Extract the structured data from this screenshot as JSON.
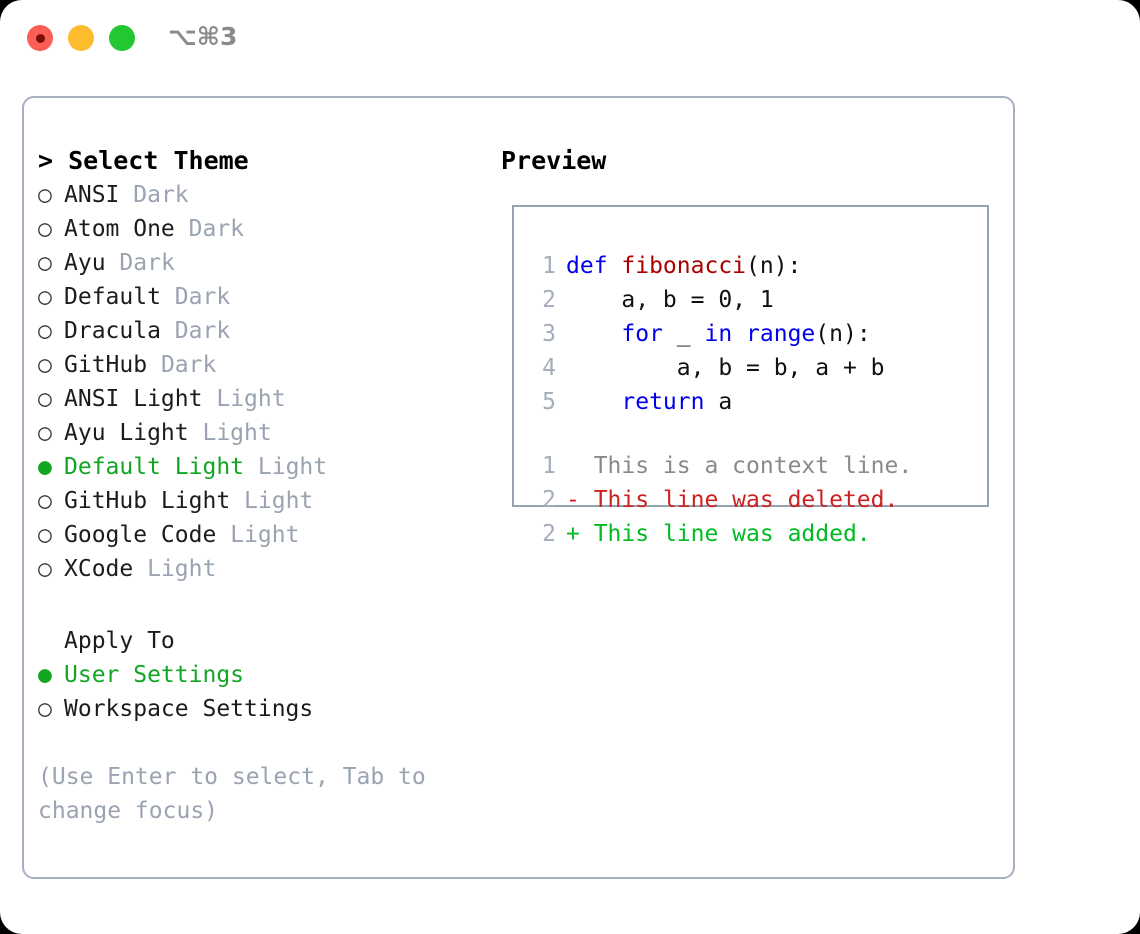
{
  "titlebar": {
    "shortcut": "⌥⌘3",
    "buttons": [
      {
        "name": "close",
        "color": "#fa5e55"
      },
      {
        "name": "minimize",
        "color": "#fdbc2e"
      },
      {
        "name": "maximize",
        "color": "#23c732"
      }
    ]
  },
  "colors": {
    "accent_green": "#13a524",
    "muted_gray": "#9aa3b2",
    "border": "#a6b0bf",
    "keyword_blue": "#0000ee",
    "function_red": "#aa0000",
    "diff_add": "#00bb22",
    "diff_del": "#cc2222"
  },
  "theme_picker": {
    "header": "> Select Theme",
    "marker_unselected": "○",
    "marker_selected": "●",
    "items": [
      {
        "name": "ANSI",
        "category": "Dark",
        "selected": false
      },
      {
        "name": "Atom One",
        "category": "Dark",
        "selected": false
      },
      {
        "name": "Ayu",
        "category": "Dark",
        "selected": false
      },
      {
        "name": "Default",
        "category": "Dark",
        "selected": false
      },
      {
        "name": "Dracula",
        "category": "Dark",
        "selected": false
      },
      {
        "name": "GitHub",
        "category": "Dark",
        "selected": false
      },
      {
        "name": "ANSI Light",
        "category": "Light",
        "selected": false
      },
      {
        "name": "Ayu Light",
        "category": "Light",
        "selected": false
      },
      {
        "name": "Default Light",
        "category": "Light",
        "selected": true
      },
      {
        "name": "GitHub Light",
        "category": "Light",
        "selected": false
      },
      {
        "name": "Google Code",
        "category": "Light",
        "selected": false
      },
      {
        "name": "XCode",
        "category": "Light",
        "selected": false
      }
    ]
  },
  "apply_to": {
    "header": "Apply To",
    "options": [
      {
        "label": "User Settings",
        "selected": true
      },
      {
        "label": "Workspace Settings",
        "selected": false
      }
    ]
  },
  "hint": "(Use Enter to select, Tab to change focus)",
  "preview": {
    "title": "Preview",
    "code_lines": [
      {
        "lineno": "1",
        "tokens": [
          {
            "text": "def ",
            "type": "keyword"
          },
          {
            "text": "fibonacci",
            "type": "function"
          },
          {
            "text": "(n):",
            "type": "text"
          }
        ]
      },
      {
        "lineno": "2",
        "tokens": [
          {
            "text": "    a, b = 0, 1",
            "type": "text"
          }
        ]
      },
      {
        "lineno": "3",
        "tokens": [
          {
            "text": "    ",
            "type": "text"
          },
          {
            "text": "for",
            "type": "keyword"
          },
          {
            "text": " _ ",
            "type": "text"
          },
          {
            "text": "in",
            "type": "keyword"
          },
          {
            "text": " ",
            "type": "text"
          },
          {
            "text": "range",
            "type": "keyword"
          },
          {
            "text": "(n):",
            "type": "text"
          }
        ]
      },
      {
        "lineno": "4",
        "tokens": [
          {
            "text": "        a, b = b, a + b",
            "type": "text"
          }
        ]
      },
      {
        "lineno": "5",
        "tokens": [
          {
            "text": "    ",
            "type": "text"
          },
          {
            "text": "return",
            "type": "keyword"
          },
          {
            "text": " a",
            "type": "text"
          }
        ]
      }
    ],
    "diff_lines": [
      {
        "lineno": "1",
        "sign": "  ",
        "text": "This is a context line.",
        "type": "context"
      },
      {
        "lineno": "2",
        "sign": "- ",
        "text": "This line was deleted.",
        "type": "deleted"
      },
      {
        "lineno": "2",
        "sign": "+ ",
        "text": "This line was added.",
        "type": "added"
      }
    ]
  }
}
